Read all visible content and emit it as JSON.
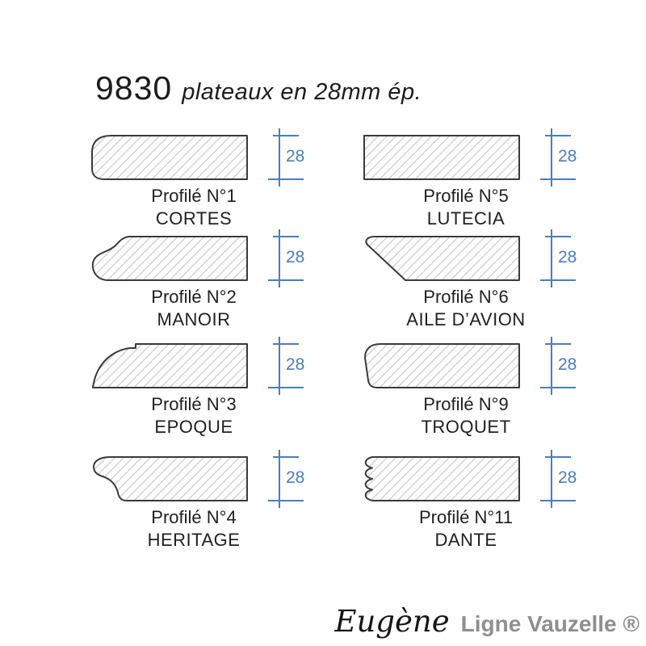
{
  "header": {
    "code": "9830",
    "description": "plateaux en 28mm ép."
  },
  "colors": {
    "accent_blue": "#4a7dc0",
    "outline_dark": "#3a3a3a",
    "hatch_gray": "#c2c2c2",
    "label_text": "#1f1f1f",
    "brand_gray": "#8f8f8f"
  },
  "profiles": [
    {
      "name": "Profilé N°1",
      "model": "CORTES",
      "thickness": "28",
      "shape": "rounded-bullnose-left"
    },
    {
      "name": "Profilé N°5",
      "model": "LUTECIA",
      "thickness": "28",
      "shape": "square-edge"
    },
    {
      "name": "Profilé N°2",
      "model": "MANOIR",
      "thickness": "28",
      "shape": "ogee-left"
    },
    {
      "name": "Profilé N°6",
      "model": "AILE D’AVION",
      "thickness": "28",
      "shape": "wing-chamfer-left"
    },
    {
      "name": "Profilé N°3",
      "model": "EPOQUE",
      "thickness": "28",
      "shape": "quarter-round-step-left"
    },
    {
      "name": "Profilé N°9",
      "model": "TROQUET",
      "thickness": "28",
      "shape": "rounded-top-left"
    },
    {
      "name": "Profilé N°4",
      "model": "HERITAGE",
      "thickness": "28",
      "shape": "scotia-knob-left"
    },
    {
      "name": "Profilé N°11",
      "model": "DANTE",
      "thickness": "28",
      "shape": "scalloped-left"
    }
  ],
  "footer": {
    "brand_script": "Eugène",
    "brand_name": "Ligne Vauzelle ®"
  }
}
